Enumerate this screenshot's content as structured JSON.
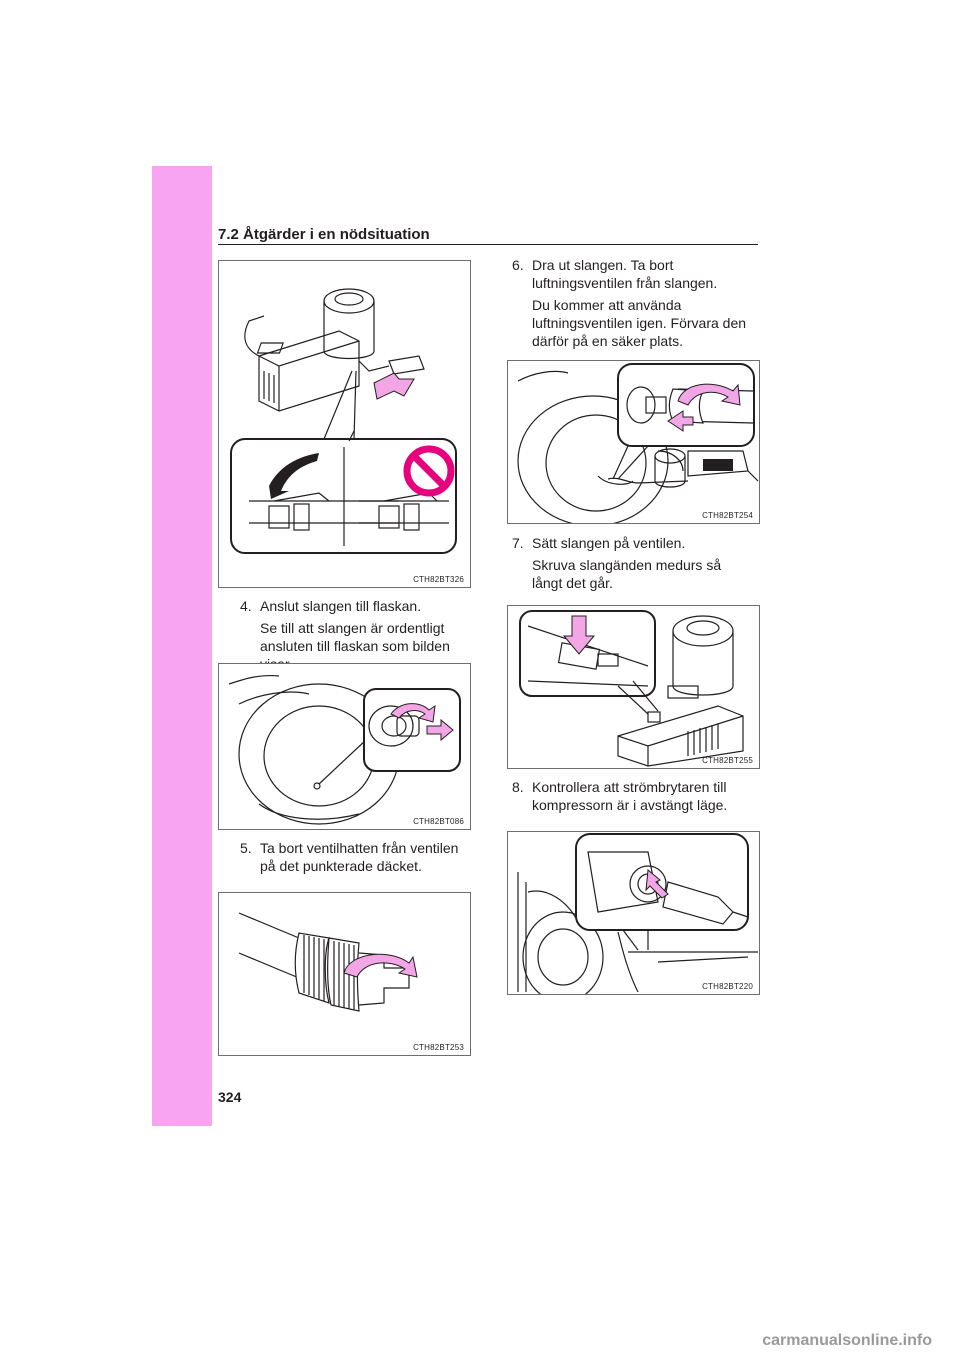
{
  "section": "7.2  Åtgärder i en nödsituation",
  "page_number": "324",
  "watermark": "carmanualsonline.info",
  "figures": [
    {
      "code": "CTH82BT326"
    },
    {
      "code": "CTH82BT086"
    },
    {
      "code": "CTH82BT253"
    },
    {
      "code": "CTH82BT254"
    },
    {
      "code": "CTH82BT255"
    },
    {
      "code": "CTH82BT220"
    }
  ],
  "steps": [
    {
      "num": "4.",
      "text": "Anslut slangen till flaskan.",
      "sub": "Se till att slangen är ordentligt ansluten till flaskan som bilden visar."
    },
    {
      "num": "5.",
      "text": "Ta bort ventilhatten från ventilen på det punkterade däcket.",
      "sub": ""
    },
    {
      "num": "6.",
      "text": "Dra ut slangen. Ta bort luftningsventilen från slangen.",
      "sub": "Du kommer att använda luftningsventilen igen. Förvara den därför på en säker plats."
    },
    {
      "num": "7.",
      "text": "Sätt slangen på ventilen.",
      "sub": "Skruva slangänden medurs så långt det går."
    },
    {
      "num": "8.",
      "text": "Kontrollera att strömbrytaren till kompressorn är i avstängt läge.",
      "sub": ""
    }
  ],
  "colors": {
    "accent_pink": "#f9a3f3",
    "arrow_pink": "#f2a6e6",
    "prohibit_red": "#e6007e"
  }
}
